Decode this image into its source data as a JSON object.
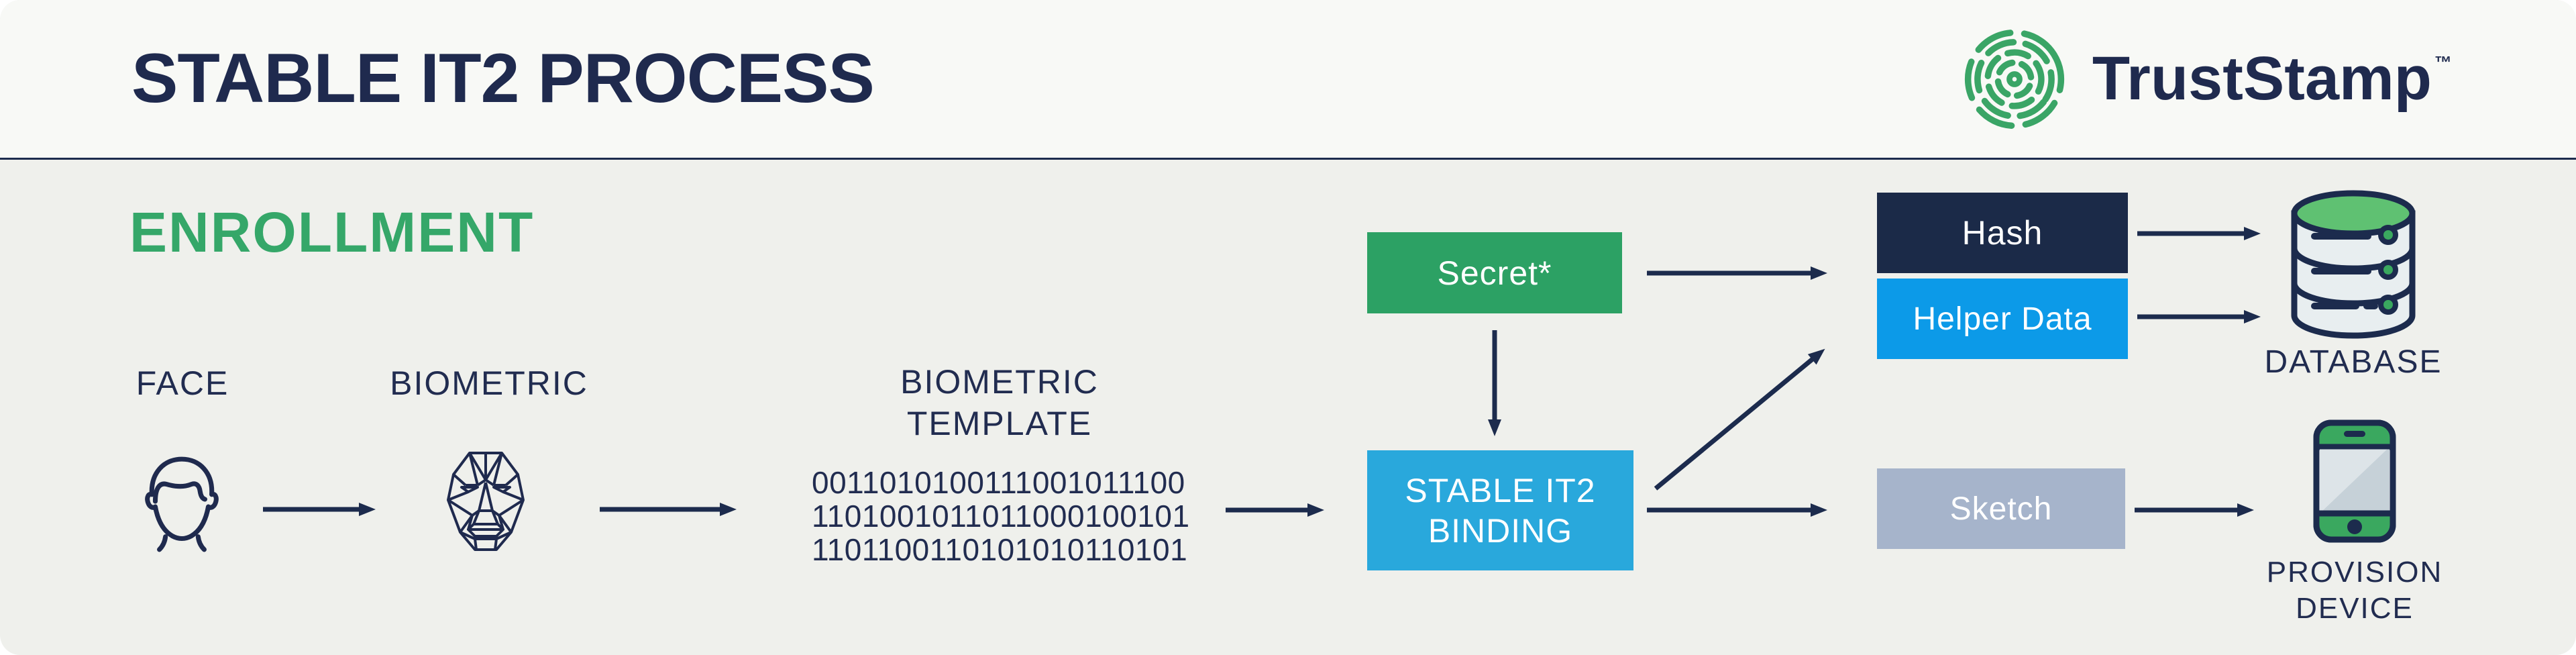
{
  "header": {
    "title": "STABLE IT2 PROCESS",
    "logo": {
      "text": "TrustStamp",
      "trademark": "™",
      "icon": "fingerprint-spiral-icon"
    }
  },
  "section": {
    "title": "ENROLLMENT"
  },
  "flow": {
    "face_label": "FACE",
    "biometric_label": "BIOMETRIC",
    "template_label": {
      "line1": "BIOMETRIC",
      "line2": "TEMPLATE"
    },
    "template_bits": [
      "0011010100111001011100",
      "1101001011011000100101",
      "1101100110101010110101"
    ]
  },
  "nodes": {
    "secret": {
      "label": "Secret*",
      "color": "#2ca164"
    },
    "binding": {
      "line1": "STABLE IT2",
      "line2": "BINDING",
      "color": "#29a8dc"
    },
    "hash": {
      "label": "Hash",
      "color": "#1b2a48"
    },
    "helper_data": {
      "label": "Helper Data",
      "color": "#0c9ae8"
    },
    "sketch": {
      "label": "Sketch",
      "color": "#a6b4cb"
    }
  },
  "outputs": {
    "database": {
      "label": "DATABASE",
      "icon": "database-icon"
    },
    "provision_device": {
      "line1": "PROVISION",
      "line2": "DEVICE",
      "icon": "smartphone-icon"
    }
  },
  "colors": {
    "navy": "#1f2a4e",
    "arrow": "#1c2b4d",
    "green_accent": "#35a769",
    "logo_green": "#3aa566",
    "header_bg": "#f8f9f6",
    "body_bg": "#eff0ec"
  }
}
